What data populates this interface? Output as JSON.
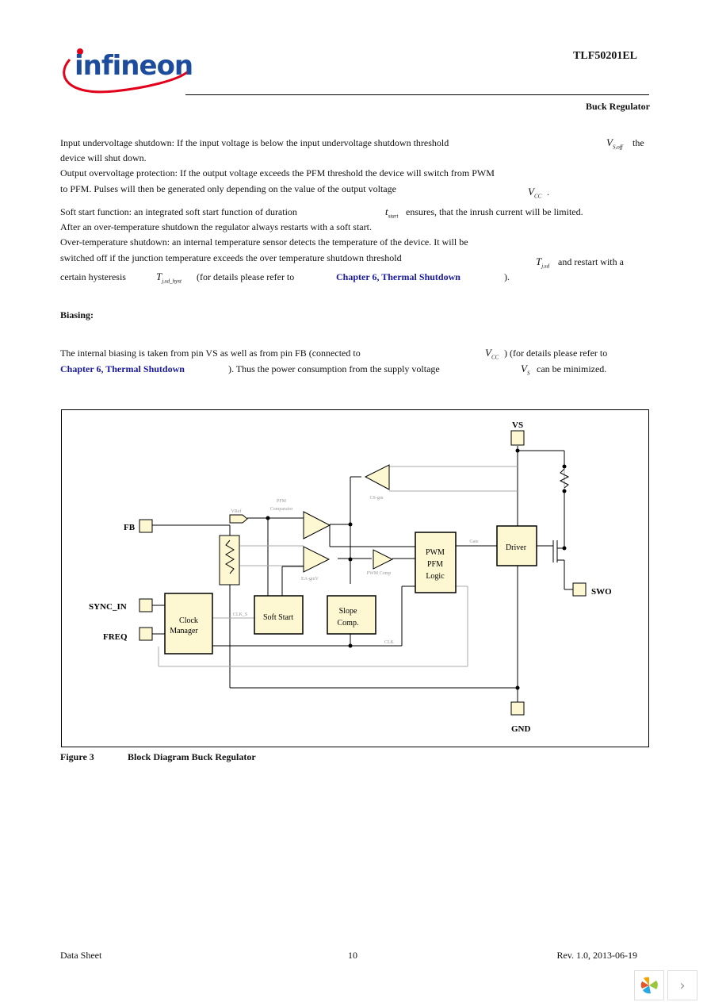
{
  "header": {
    "logo_text": "infineon",
    "doc_id": "TLF50201EL",
    "section": "Buck Regulator"
  },
  "body": {
    "p1_l1": "Input undervoltage shutdown: If the input voltage is below the input undervoltage shutdown threshold",
    "p1_sym": "V",
    "p1_sym_sub": "S,off",
    "p1_end": "the",
    "p1_l2": "device will shut down.",
    "p2_l1": "Output overvoltage protection: If the output voltage exceeds the PFM threshold the device will switch from PWM",
    "p2_l2": "to PFM. Pulses will then be generated only depending on the value of the output voltage",
    "p2_sym": "V",
    "p2_sym_sub": "CC",
    "p2_end": ".",
    "p3_l1": "Soft start function: an integrated soft start function of duration",
    "p3_sym": "t",
    "p3_sym_sub": "start",
    "p3_end": "ensures, that the inrush current will be limited.",
    "p3_l2": "After an over-temperature shutdown the regulator always restarts with a soft start.",
    "p4_l1": "Over-temperature shutdown: an internal temperature sensor detects the temperature of the device. It will be",
    "p4_l2": "switched off if the junction temperature exceeds the over temperature shutdown threshold",
    "p4_sym1": "T",
    "p4_sym1_sub": "j,sd",
    "p4_end1": "and restart with a",
    "p4_l3": "certain hysteresis",
    "p4_sym2": "T",
    "p4_sym2_sub": "j,sd_hyst",
    "p4_mid": "(for details please refer to",
    "p4_link": "Chapter 6, Thermal Shutdown",
    "p4_end2": ").",
    "biasing_title": "Biasing:",
    "p5_l1": "The internal biasing is taken from pin VS as well as from pin FB (connected to",
    "p5_sym1": "V",
    "p5_sym1_sub": "CC",
    "p5_end1": ") (for details please refer to",
    "p5_link": "Chapter 6, Thermal Shutdown",
    "p5_mid": "). Thus the power consumption from the supply voltage",
    "p5_sym2": "V",
    "p5_sym2_sub": "S",
    "p5_end2": "can be minimized."
  },
  "figure": {
    "pins": {
      "vs": "VS",
      "fb": "FB",
      "sync_in": "SYNC_IN",
      "freq": "FREQ",
      "swo": "SWO",
      "gnd": "GND"
    },
    "blocks": {
      "clock_manager": [
        "Clock",
        "Manager"
      ],
      "soft_start": "Soft Start",
      "slope_comp": [
        "Slope",
        "Comp."
      ],
      "pwm_logic": [
        "PWM",
        "PFM",
        "Logic"
      ],
      "driver": "Driver"
    },
    "signals": {
      "vref": "VRef",
      "pfm_comparator": [
        "PFM",
        "Comparator"
      ],
      "cs_gm": "CS-gm",
      "ea_gm": "EA-gmV",
      "pwm_comp": "PWM Comp",
      "clk1": "CLK_S",
      "clk2": "CLK",
      "gate": "Gate"
    },
    "caption_label": "Figure 3",
    "caption_title": "Block Diagram Buck Regulator"
  },
  "footer": {
    "left": "Data Sheet",
    "center": "10",
    "right": "Rev. 1.0, 2013-06-19"
  },
  "nav": {
    "next_label": "›"
  }
}
